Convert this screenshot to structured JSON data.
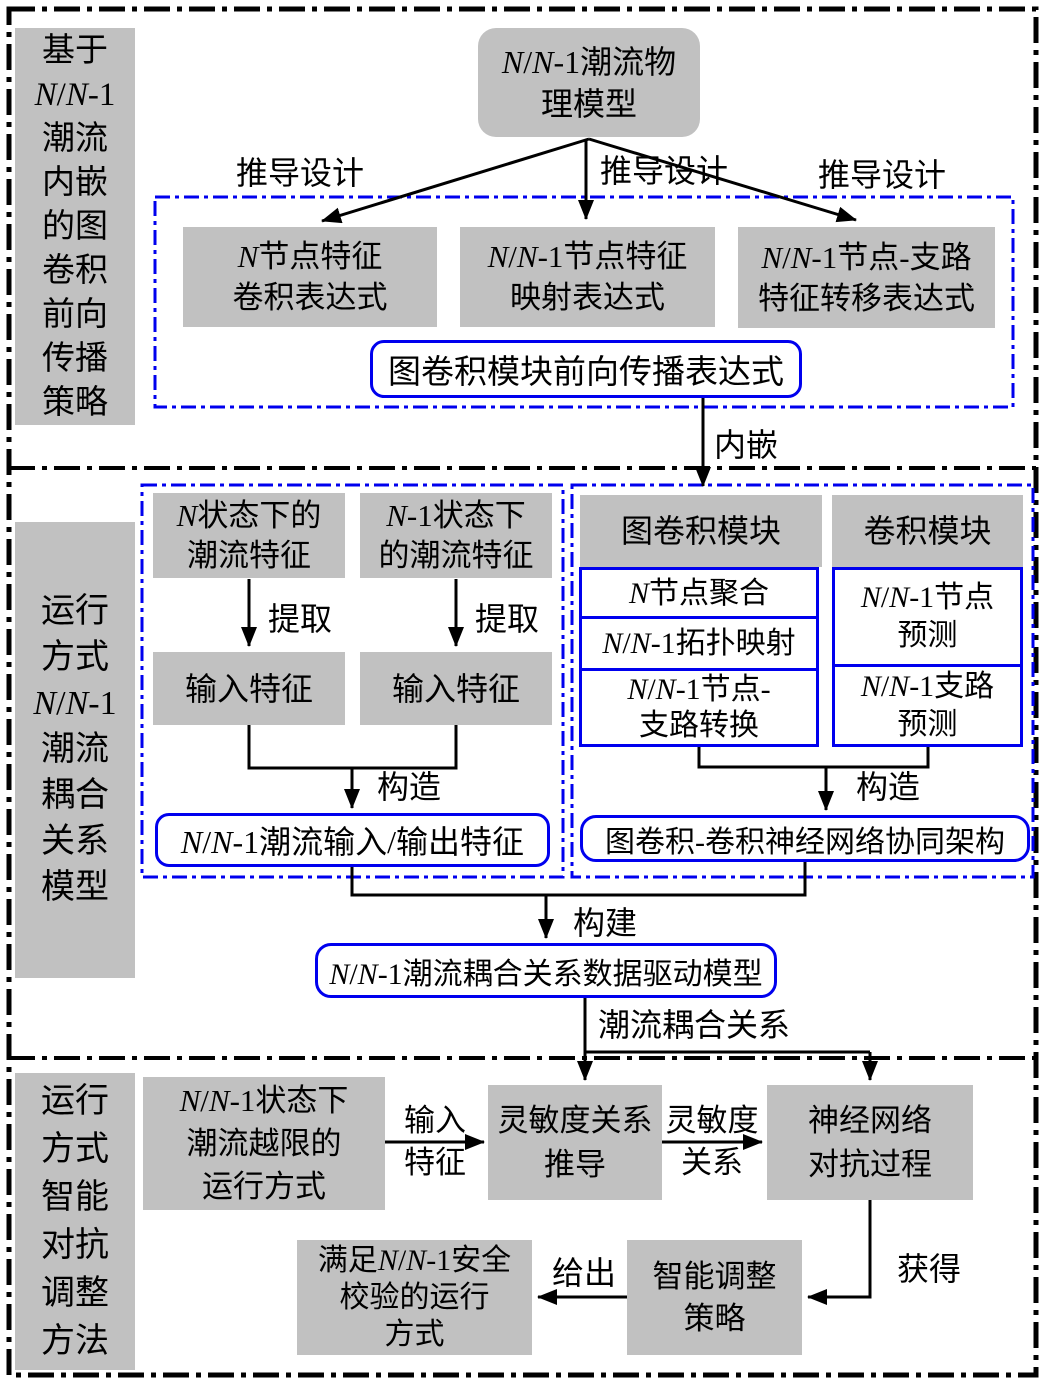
{
  "colors": {
    "box_fill": "#c1c1c1",
    "accent_blue": "#0000ee",
    "line_black": "#000000",
    "background": "#ffffff"
  },
  "top": {
    "sidebar": "基于\nN/N-1\n潮流\n内嵌\n的图\n卷积\n前向\n传播\n策略",
    "root": "N/N-1潮流物\n理模型",
    "derive": "推导设计",
    "box_node_conv": "N节点特征\n卷积表达式",
    "box_node_map": "N/N-1节点特征\n映射表达式",
    "box_transfer": "N/N-1节点-支路\n特征转移表达式",
    "forward": "图卷积模块前向传播表达式",
    "embed": "内嵌"
  },
  "mid": {
    "sidebar": "运行\n方式\nN/N-1\n潮流\n耦合\n关系\n模型",
    "n_state": "N状态下的\n潮流特征",
    "n1_state": "N-1状态下\n的潮流特征",
    "extract": "提取",
    "input_feature": "输入特征",
    "construct": "构造",
    "io_feature": "N/N-1潮流输入/输出特征",
    "gcn_header": "图卷积模块",
    "gcn_rows": [
      "N节点聚合",
      "N/N-1拓扑映射",
      "N/N-1节点-\n支路转换"
    ],
    "cnn_header": "卷积模块",
    "cnn_rows": [
      "N/N-1节点\n预测",
      "N/N-1支路\n预测"
    ],
    "arch": "图卷积-卷积神经网络协同架构",
    "build": "构建",
    "driven": "N/N-1潮流耦合关系数据驱动模型",
    "coupling": "潮流耦合关系"
  },
  "bottom": {
    "sidebar": "运行\n方式\n智能\n对抗\n调整\n方法",
    "overlimit": "N/N-1状态下\n潮流越限的\n运行方式",
    "input_feature": "输入\n特征",
    "sens_derive": "灵敏度关系\n推导",
    "sens_rel": "灵敏度\n关系",
    "nn_adv": "神经网络\n对抗过程",
    "obtain": "获得",
    "adjust": "智能调整\n策略",
    "give": "给出",
    "safe": "满足N/N-1安全\n校验的运行\n方式"
  }
}
